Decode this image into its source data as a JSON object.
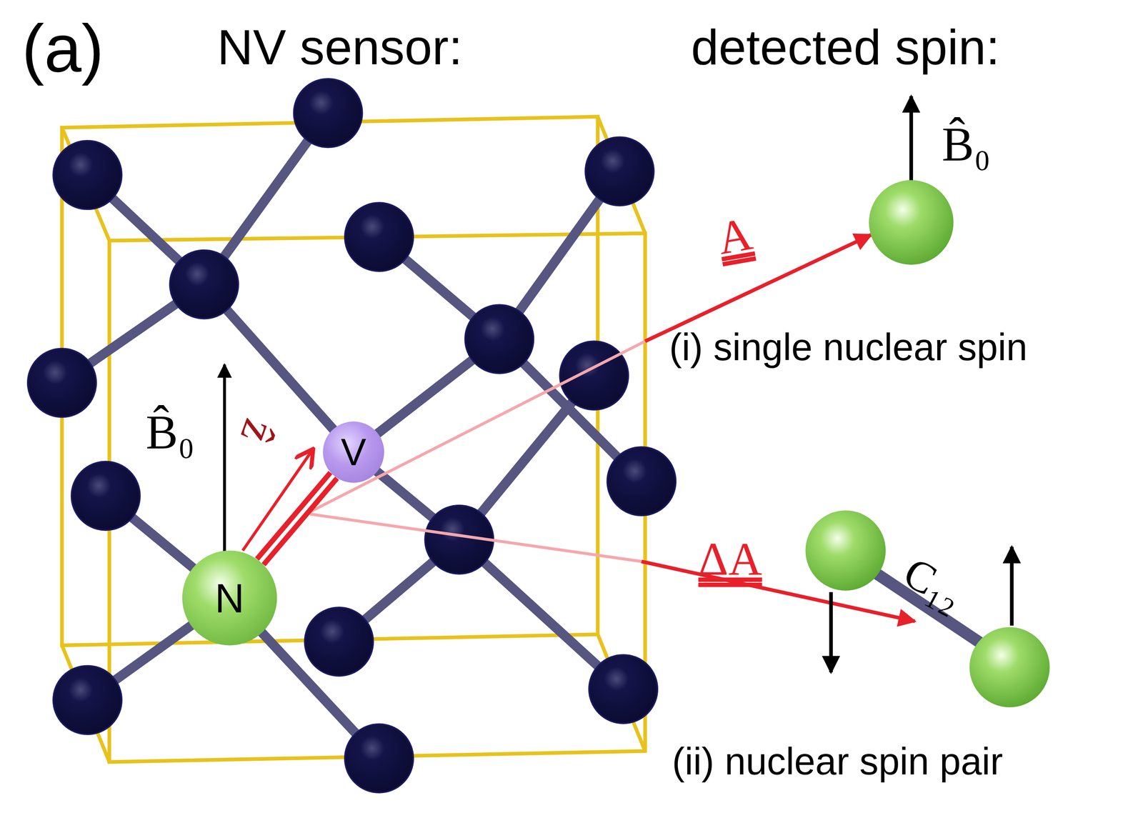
{
  "diagram": {
    "nodes": [
      {
        "text": [
          "N"
        ]
      },
      {
        "text": [
          "V"
        ]
      }
    ],
    "edges": [
      {
        "from": 0,
        "to": 1,
        "arrow": "none"
      }
    ],
    "labels": [
      "(a)",
      "NV sensor:",
      "detected spin:",
      "B̂₀",
      "A",
      "(i) single nuclear spin",
      "B̂₀",
      "ẑ",
      "ΔA",
      "C₁₂",
      "(ii) nuclear spin pair"
    ]
  }
}
